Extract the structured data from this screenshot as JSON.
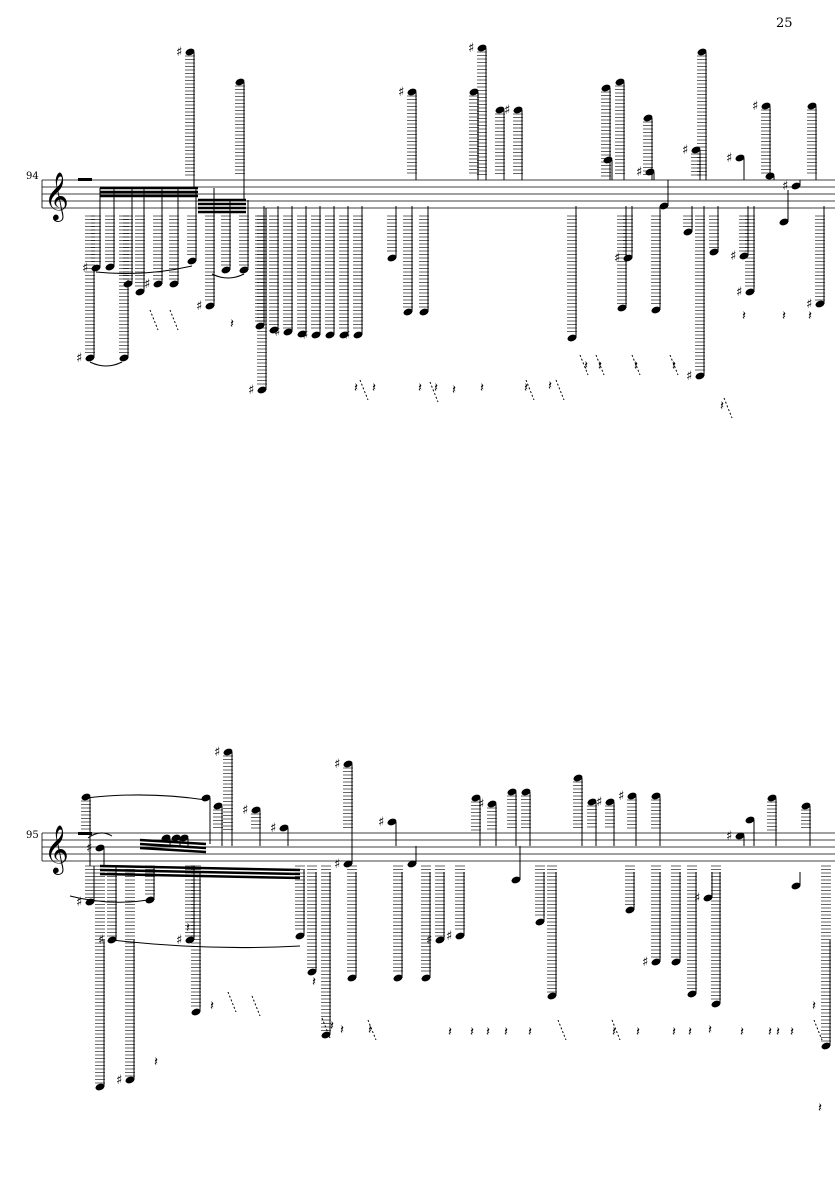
{
  "page": {
    "number": "25"
  },
  "systems": [
    {
      "id": "sys1",
      "measure_number": "94",
      "clef": "treble"
    },
    {
      "id": "sys2",
      "measure_number": "95",
      "clef": "treble"
    }
  ],
  "colors": {
    "ink": "#000000",
    "paper": "#ffffff"
  },
  "icons": {
    "clef": "treble-clef-icon",
    "accidental": "sharp-icon",
    "rest": "quarter-rest-icon"
  }
}
